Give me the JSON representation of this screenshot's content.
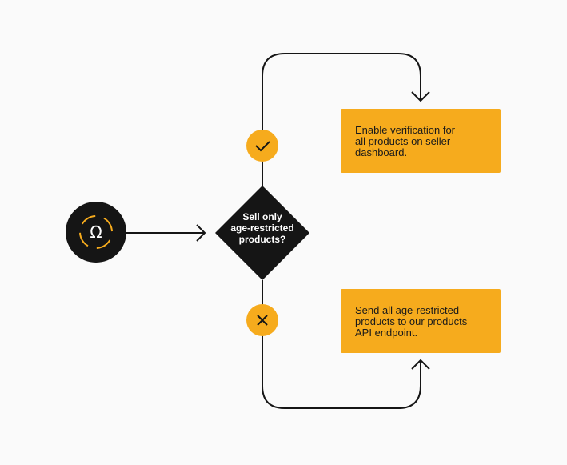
{
  "diagram": {
    "start": {
      "icon": "omega-icon"
    },
    "decision": {
      "label": "Sell only\nage-restricted\nproducts?"
    },
    "branches": {
      "yes": {
        "icon": "checkmark-icon",
        "text": "Enable verification for\nall products on seller\ndashboard."
      },
      "no": {
        "icon": "close-x-icon",
        "text": "Send all age-restricted\nproducts to our products\nAPI endpoint."
      }
    },
    "colors": {
      "accent": "#f6ab1d",
      "dark": "#151515",
      "background": "#fafafa",
      "line": "#151515"
    }
  }
}
